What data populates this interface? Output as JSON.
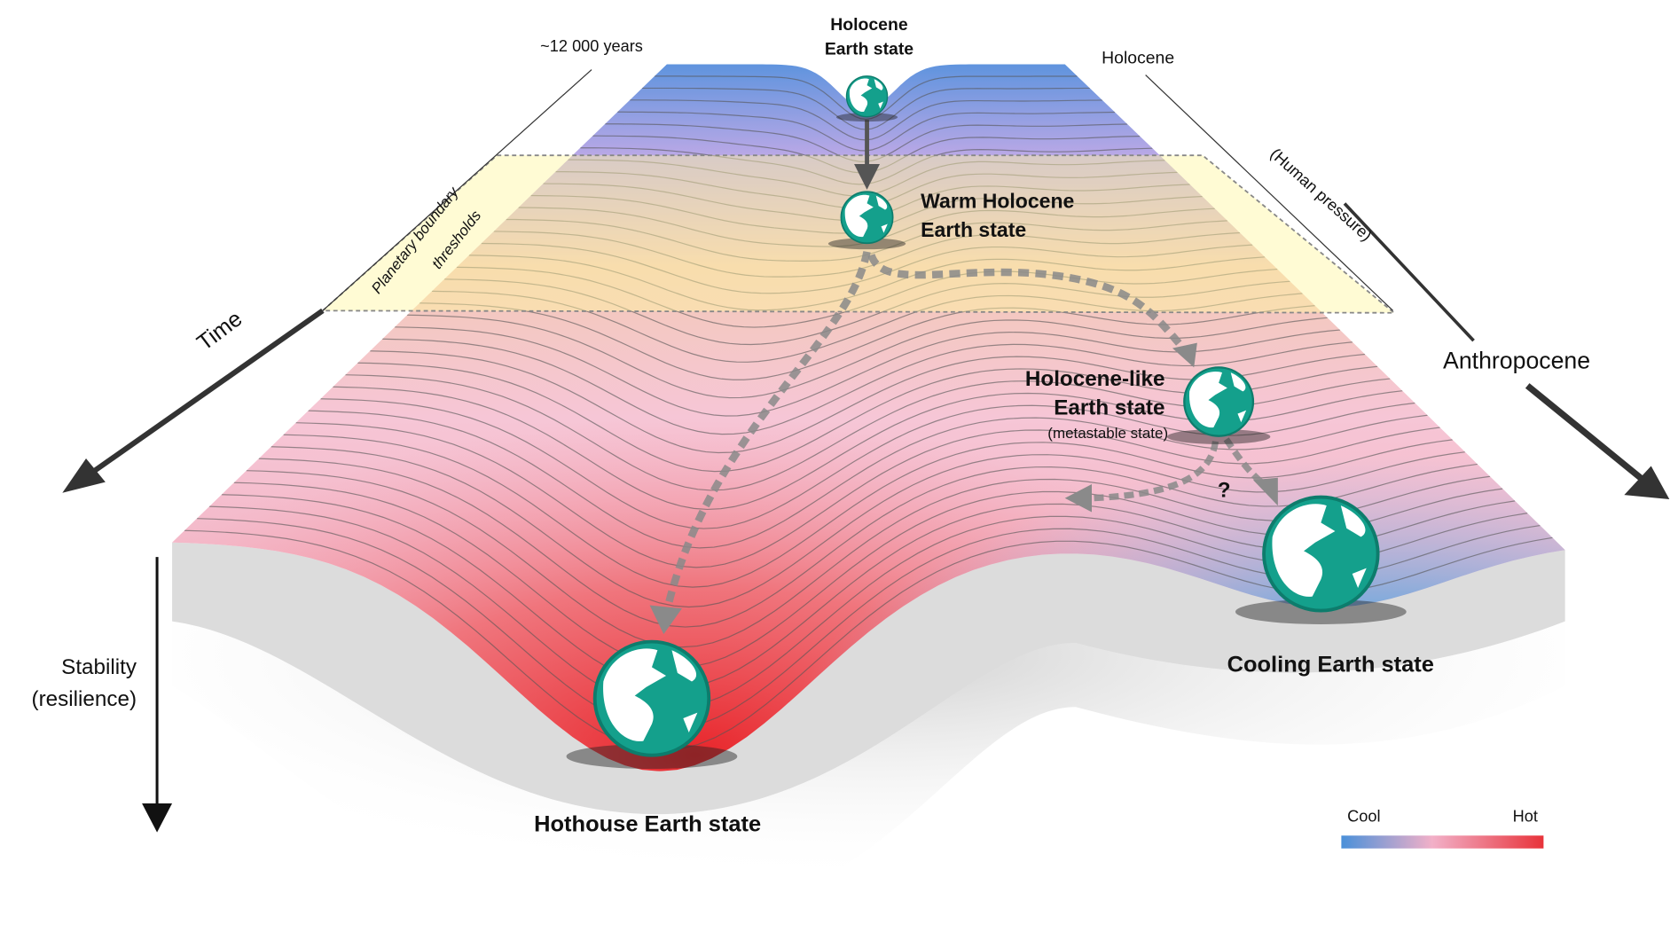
{
  "labels": {
    "years": "~12 000 years",
    "holocene_state_1": "Holocene",
    "holocene_state_2": "Earth state",
    "holocene": "Holocene",
    "human_pressure": "(Human pressure)",
    "anthropocene": "Anthropocene",
    "time": "Time",
    "thresholds_1": "Planetary boundary",
    "thresholds_2": "thresholds",
    "warm_1": "Warm Holocene",
    "warm_2": "Earth state",
    "hlike_1": "Holocene-like",
    "hlike_2": "Earth state",
    "hlike_3": "(metastable state)",
    "question": "?",
    "stability_1": "Stability",
    "stability_2": "(resilience)",
    "hothouse": "Hothouse Earth state",
    "cooling": "Cooling Earth state",
    "legend_cool": "Cool",
    "legend_hot": "Hot"
  },
  "colors": {
    "cool": "#4a90d9",
    "hot": "#e8333a",
    "globe": "#14a08c",
    "threshold_band": "#fff6b0"
  }
}
